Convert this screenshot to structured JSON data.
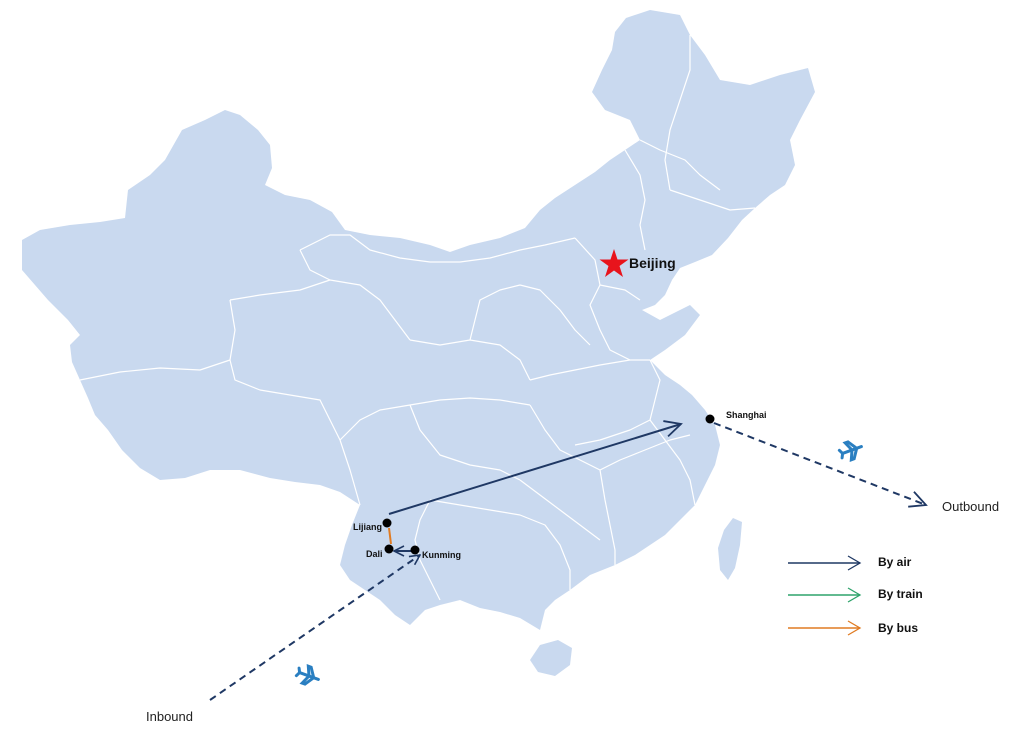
{
  "map": {
    "land_color": "#c9d9ef",
    "border_color": "#ffffff",
    "capital_color": "#e8141c"
  },
  "cities": {
    "capital": {
      "name": "Beijing",
      "icon": "star-icon"
    },
    "shanghai": {
      "name": "Shanghai"
    },
    "lijiang": {
      "name": "Lijiang"
    },
    "dali": {
      "name": "Dali"
    },
    "kunming": {
      "name": "Kunming"
    }
  },
  "routes": {
    "inbound_label": "Inbound",
    "outbound_label": "Outbound",
    "air_color": "#1f3864",
    "train_color": "#2ea36b",
    "bus_color": "#e07b22",
    "plane_icon_color": "#2a7fc1"
  },
  "legend": {
    "items": [
      {
        "label": "By air",
        "color": "#1f3864"
      },
      {
        "label": "By train",
        "color": "#2ea36b"
      },
      {
        "label": "By bus",
        "color": "#e07b22"
      }
    ]
  }
}
